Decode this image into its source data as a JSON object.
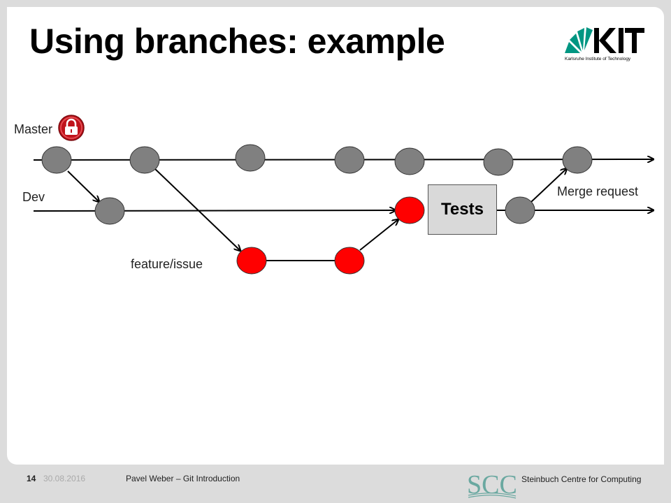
{
  "slide": {
    "title": "Using branches: example",
    "logo_text": "KIT",
    "logo_subtitle": "Karlsruhe Institute of Technology"
  },
  "diagram": {
    "labels": {
      "master": "Master",
      "dev": "Dev",
      "feature": "feature/issue",
      "merge_request": "Merge request",
      "tests": "Tests"
    },
    "lock_icon": "lock-icon",
    "colors": {
      "commit": "#808080",
      "feature_commit": "#ff0000",
      "arrow": "#000000",
      "tests_box": "#d9d9d9",
      "lock": "#c0141c"
    }
  },
  "footer": {
    "page_number": "14",
    "date": "30.08.2016",
    "author": "Pavel Weber – Git Introduction",
    "scc_logo": "SCC",
    "organization": "Steinbuch Centre for Computing"
  }
}
